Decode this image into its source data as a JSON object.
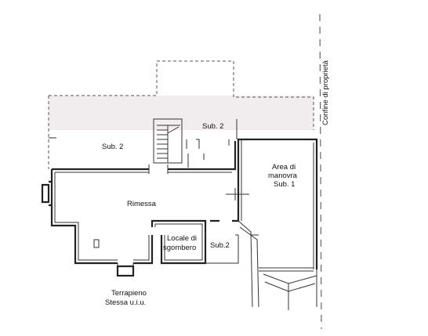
{
  "labels": {
    "sub2_upper": "Sub. 2",
    "sub2_left": "Sub. 2",
    "area_line1": "Area di",
    "area_line2": "manovra",
    "area_line3": "Sub. 1",
    "rimessa": "Rimessa",
    "locale_line1": "Locale di",
    "locale_line2": "sgombero",
    "sub2_small": "Sub.2",
    "terrapieno_line1": "Terrapieno",
    "terrapieno_line2": "Stessa u.i.u.",
    "confine": "Confine di proprietà"
  }
}
